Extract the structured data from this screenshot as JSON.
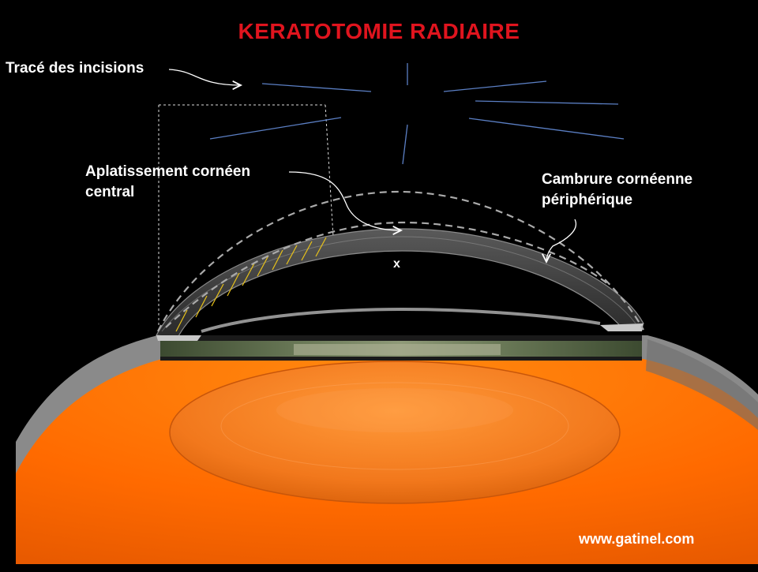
{
  "title": "KERATOTOMIE  RADIAIRE",
  "labels": {
    "incisions": "Tracé des incisions",
    "flattening_line1": "Aplatissement cornéen",
    "flattening_line2": "central",
    "curvature_line1": "Cambrure cornéenne",
    "curvature_line2": "périphérique",
    "center_mark": "x"
  },
  "footer": {
    "website": "www.gatinel.com"
  },
  "colors": {
    "title": "#e0141e",
    "incision_lines": "#5b7fc4",
    "hatch_lines": "#e8c21a",
    "lens": "#ff7f1a",
    "globe": "#ff6a00",
    "sclera": "#8a8a8a"
  }
}
